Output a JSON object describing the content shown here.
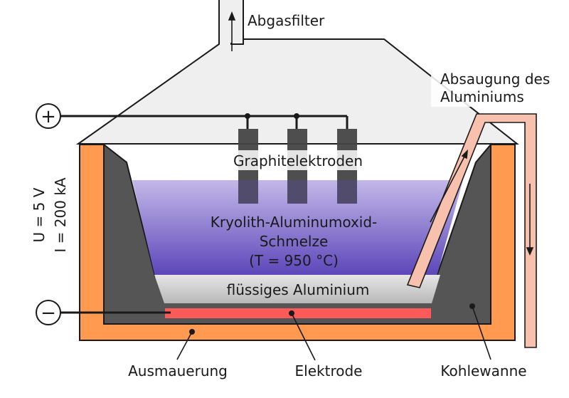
{
  "labels": {
    "exhaust_filter": "Abgasfilter",
    "suction_line1": "Absaugung des",
    "suction_line2": "Aluminiums",
    "graphite_electrodes": "Graphitelektroden",
    "melt_line1": "Kryolith-Aluminumoxid-",
    "melt_line2": "Schmelze",
    "melt_line3": "(T = 950 °C)",
    "liquid_aluminium": "flüssiges Aluminium",
    "lining": "Ausmauerung",
    "electrode": "Elektrode",
    "carbon_tub": "Kohlewanne",
    "voltage": "U = 5 V",
    "current": "I = 200 kA",
    "plus_terminal": "+",
    "minus_terminal": "−"
  },
  "colors": {
    "lining": "#ff9a50",
    "carbon": "#555555",
    "melt_top": "#c0b4e6",
    "melt_bottom": "#5a44b8",
    "aluminium": "#d2d2d2",
    "cathode_bar": "#ff5a5a",
    "pipe": "#f7c1ae",
    "hood": "#efefef"
  }
}
